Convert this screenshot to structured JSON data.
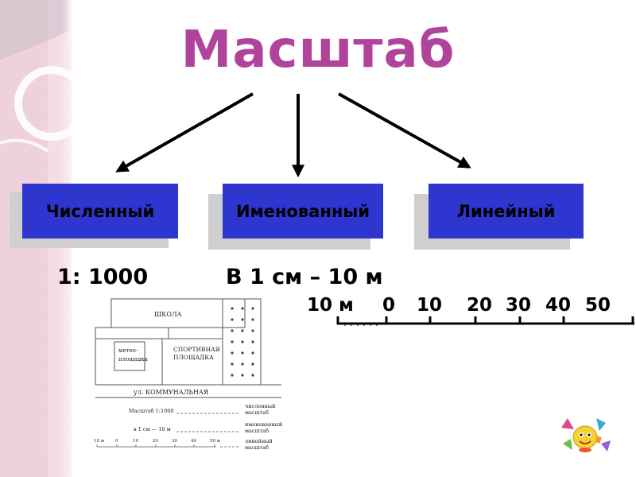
{
  "title": "Масштаб",
  "types": [
    {
      "label": "Численный",
      "example": "1: 1000"
    },
    {
      "label": "Именованный",
      "example": "В 1 см – 10 м"
    },
    {
      "label": "Линейный",
      "example": ""
    }
  ],
  "linear_scale": {
    "labels": [
      "10 м",
      "0",
      "10",
      "20",
      "30",
      "40",
      "50"
    ]
  },
  "map": {
    "school": "ШКОЛА",
    "weather": [
      "метео-",
      "площадка"
    ],
    "sports": [
      "СПОРТИВНАЯ",
      "ПЛОЩАДКА"
    ],
    "street": "ул. КОММУНАЛЬНАЯ",
    "scale_numeric": "Масштаб 1:1000",
    "scale_named": "в 1 см — 10 м",
    "legend_numeric": [
      "численный",
      "масштаб"
    ],
    "legend_named": [
      "именованный",
      "масштаб"
    ],
    "legend_linear": [
      "линейный",
      "масштаб"
    ],
    "mini_scale": [
      "10 м",
      "0",
      "10",
      "20",
      "30",
      "40",
      "50 м"
    ]
  },
  "colors": {
    "title": "#b0449b",
    "box_fill": "#2f35cf",
    "box_shadow": "#cfcfcf",
    "sidebar": "#f3d3dd"
  }
}
